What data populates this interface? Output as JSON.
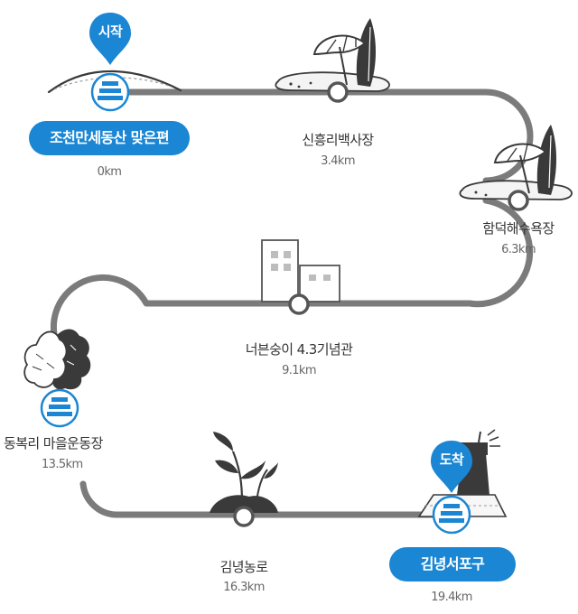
{
  "markers": {
    "start": "시작",
    "end": "도착"
  },
  "stops": [
    {
      "name": "조천만세동산 맞은편",
      "distance": "0km"
    },
    {
      "name": "신흥리백사장",
      "distance": "3.4km"
    },
    {
      "name": "함덕해수욕장",
      "distance": "6.3km"
    },
    {
      "name": "너븐숭이 4.3기념관",
      "distance": "9.1km"
    },
    {
      "name": "동복리 마을운동장",
      "distance": "13.5km"
    },
    {
      "name": "김녕농로",
      "distance": "16.3km"
    },
    {
      "name": "김녕서포구",
      "distance": "19.4km"
    }
  ],
  "colors": {
    "route": "#7b7b7b",
    "accent": "#1b86d3",
    "node_ring": "#555555",
    "sketch": "#3a3a3a"
  },
  "icons": {
    "start_node": "stamp-box-icon",
    "end_node": "stamp-box-icon",
    "hill": "hill-icon",
    "beach": "beach-umbrella-icon",
    "building": "building-icon",
    "trees": "tree-icon",
    "plant": "sprout-icon",
    "lighthouse": "lighthouse-icon",
    "pin": "location-pin-icon"
  }
}
